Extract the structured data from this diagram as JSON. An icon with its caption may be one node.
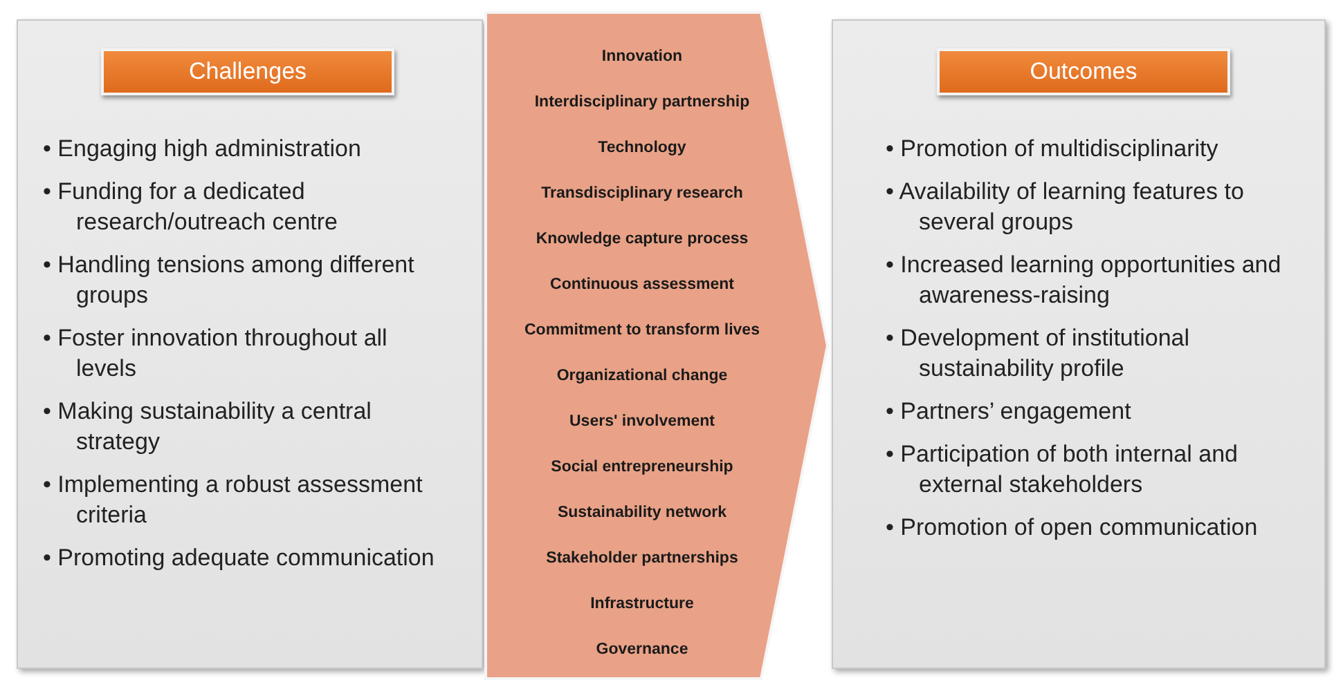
{
  "diagram": {
    "nodes": [
      {
        "text": [
          "• Engaging high administration",
          "• Funding for a dedicated research/outreach centre",
          "• Handling tensions among different groups",
          "• Foster innovation throughout all levels",
          "• Making sustainability a central strategy",
          "• Implementing a robust assessment criteria",
          "• Promoting adequate communication"
        ]
      },
      {
        "text": [
          "Challenges"
        ],
        "in": 0
      },
      {
        "text": [
          "Innovation",
          "Interdisciplinary partnership",
          "Technology",
          "Transdisciplinary research",
          "Knowledge capture process",
          "Continuous assessment",
          "Commitment to transform lives",
          "Organizational change",
          "Users' involvement",
          "Social entrepreneurship",
          "Sustainability network",
          "Stakeholder partnerships",
          "Infrastructure",
          "Governance"
        ]
      },
      {
        "text": [
          "• Promotion of multidisciplinarity",
          "• Availability of learning features to several groups",
          "• Increased learning opportunities and awareness-raising",
          "• Development of institutional sustainability profile",
          "• Partners’ engagement",
          "• Participation of both internal and external stakeholders",
          "• Promotion of open communication"
        ]
      },
      {
        "text": [
          "Outcomes"
        ],
        "in": 3
      }
    ]
  }
}
